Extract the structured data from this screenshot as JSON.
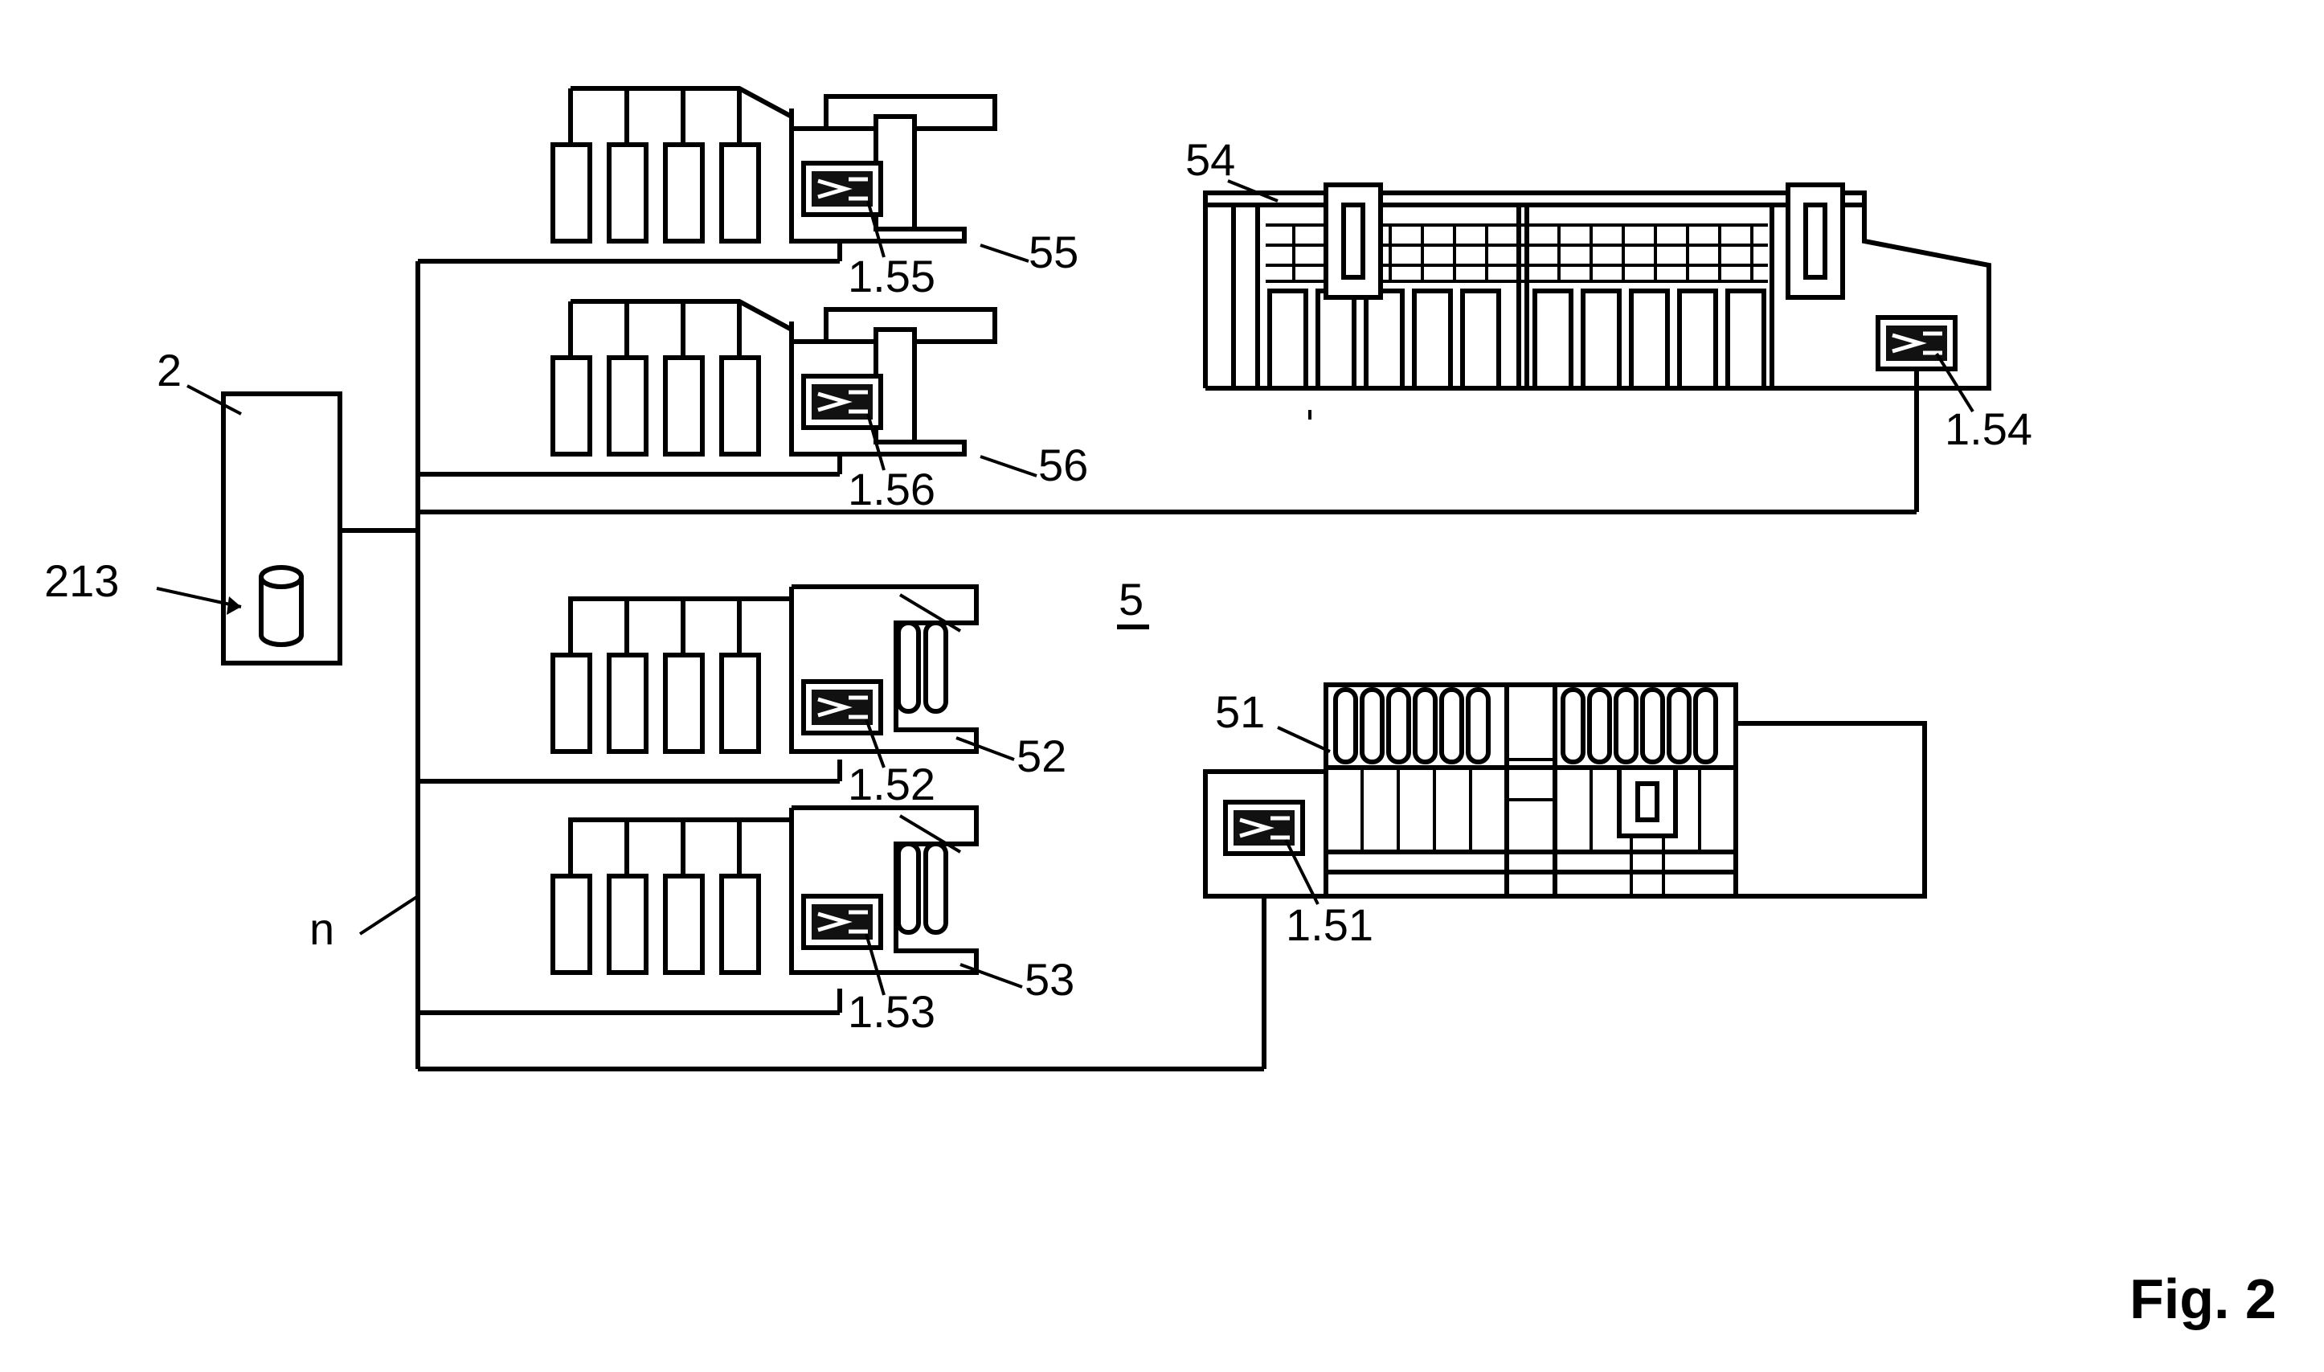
{
  "labels": {
    "server": "2",
    "database": "213",
    "network": "n",
    "plant": "5",
    "m55": "55",
    "c155": "1.55",
    "m56": "56",
    "c156": "1.56",
    "m54": "54",
    "c154": "1.54",
    "m52": "52",
    "c152": "1.52",
    "m53": "53",
    "c153": "1.53",
    "m51": "51",
    "c151": "1.51"
  },
  "caption": "Fig. 2",
  "colors": {
    "line": "#000000",
    "background": "#ffffff"
  }
}
